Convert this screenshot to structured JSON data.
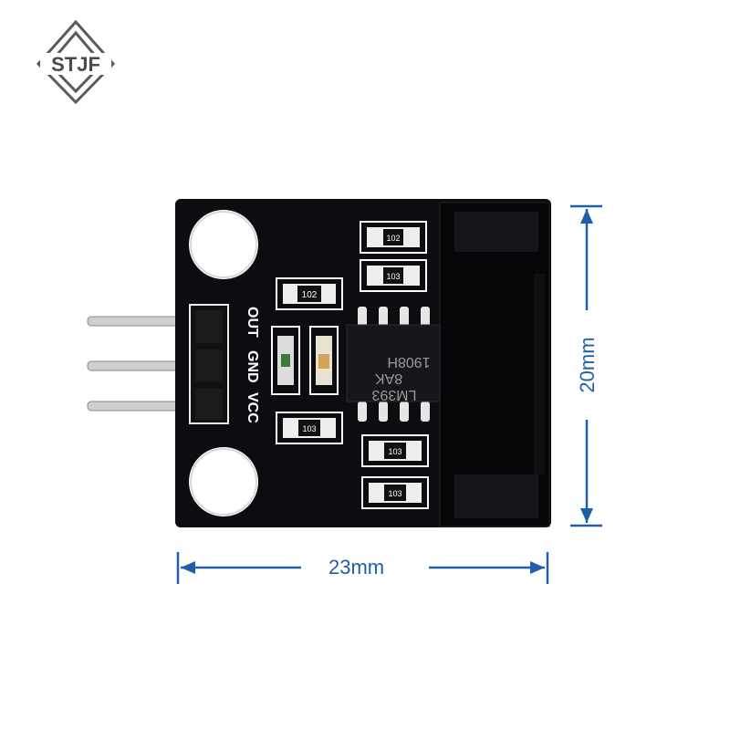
{
  "logo": {
    "text": "STJF"
  },
  "board": {
    "pin_labels": [
      "OUT",
      "GND",
      "VCC"
    ],
    "ic_lines": [
      "1908H",
      "8AK",
      "LM393"
    ],
    "resistors": [
      "102",
      "103",
      "102",
      "103",
      "103",
      "103"
    ]
  },
  "dimensions": {
    "width": "23mm",
    "height": "20mm",
    "color": "#1f5fa8"
  }
}
